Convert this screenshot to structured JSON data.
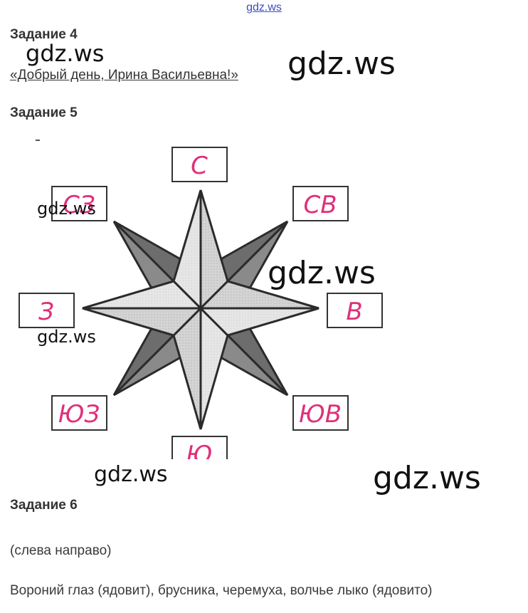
{
  "site_link": "gdz.ws",
  "task4": {
    "heading": "Задание 4",
    "answer": "«Добрый день, Ирина Васильевна!»"
  },
  "task5": {
    "heading": "Задание 5",
    "directions": {
      "n": "С",
      "ne": "СВ",
      "e": "В",
      "se": "ЮВ",
      "s": "Ю",
      "sw": "ЮЗ",
      "w": "З",
      "nw": "СЗ"
    },
    "label_color": "#e0307a"
  },
  "task6": {
    "heading": "Задание 6",
    "note": "(слева направо)",
    "answer": "Вороний глаз (ядовит), брусника, черемуха, волчье лыко (ядовито)"
  },
  "watermarks": {
    "w1": "gdz.ws",
    "w2": "gdz.ws",
    "w3": "gdz.ws",
    "w4": "gdz.ws",
    "w5": "gdz.ws",
    "w6": "gdz.ws",
    "w7": "gdz.ws"
  }
}
